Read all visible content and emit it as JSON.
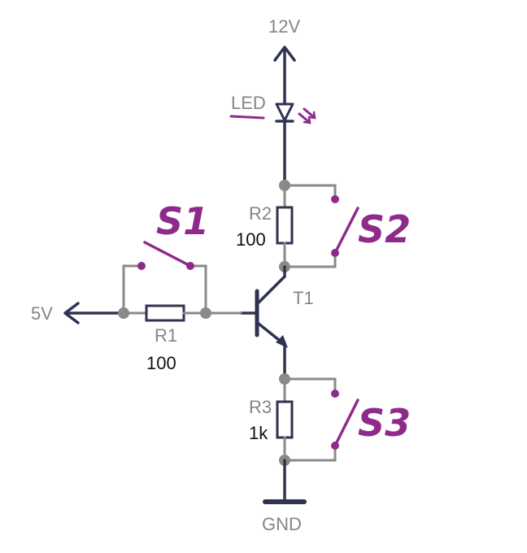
{
  "labels": {
    "supply_12v": "12V",
    "supply_5v": "5V",
    "ground": "GND",
    "led": "LED",
    "r1_name": "R1",
    "r1_value": "100",
    "r2_name": "R2",
    "r2_value": "100",
    "r3_name": "R3",
    "r3_value": "1k",
    "transistor": "T1",
    "switch1": "S1",
    "switch2": "S2",
    "switch3": "S3"
  },
  "colors": {
    "wire_grey": "#8a8a8a",
    "wire_dark": "#2f3350",
    "annotation_purple": "#8e2b8a",
    "label_grey": "#858585"
  }
}
